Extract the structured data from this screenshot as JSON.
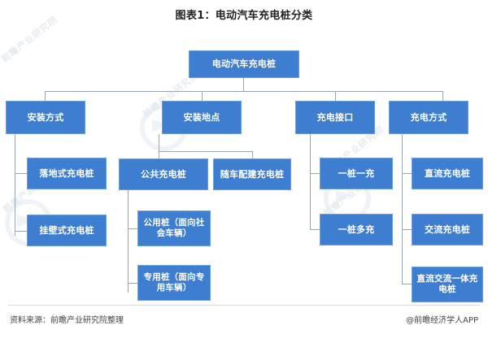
{
  "title": "图表1：电动汽车充电桩分类",
  "footer": {
    "source": "资料来源：前瞻产业研究院整理",
    "app": "@前瞻经济学人APP"
  },
  "colors": {
    "node_fill": "#3d7ed0",
    "node_border": "#6a9fdd",
    "node_text": "#ffffff",
    "connector": "#9aa7b4",
    "background": "#ffffff",
    "watermark": "#c9d3de"
  },
  "watermarks": [
    "前瞻产业研究院",
    "前瞻产业研究院",
    "前瞻产业研究院",
    "前瞻产业研究院",
    "前瞻产业研究院"
  ],
  "chart_data": {
    "type": "diagram",
    "diagram_type": "hierarchical-tree",
    "title": "图表1：电动汽车充电桩分类",
    "root": "电动汽车充电桩",
    "nodes": [
      {
        "id": "root",
        "label": "电动汽车充电桩",
        "level": 0,
        "parent": null
      },
      {
        "id": "n1",
        "label": "安装方式",
        "level": 1,
        "parent": "root"
      },
      {
        "id": "n2",
        "label": "安装地点",
        "level": 1,
        "parent": "root"
      },
      {
        "id": "n3",
        "label": "充电接口",
        "level": 1,
        "parent": "root"
      },
      {
        "id": "n4",
        "label": "充电方式",
        "level": 1,
        "parent": "root"
      },
      {
        "id": "n1a",
        "label": "落地式充电桩",
        "level": 2,
        "parent": "n1"
      },
      {
        "id": "n1b",
        "label": "挂壁式充电桩",
        "level": 2,
        "parent": "n1"
      },
      {
        "id": "n2a",
        "label": "公共充电桩",
        "level": 2,
        "parent": "n2"
      },
      {
        "id": "n2b",
        "label": "随车配建充电桩",
        "level": 2,
        "parent": "n2"
      },
      {
        "id": "n2a1",
        "label": "公用桩（面向社会车辆）",
        "level": 3,
        "parent": "n2a"
      },
      {
        "id": "n2a2",
        "label": "专用桩（面向专用车辆）",
        "level": 3,
        "parent": "n2a"
      },
      {
        "id": "n3a",
        "label": "一桩一充",
        "level": 2,
        "parent": "n3"
      },
      {
        "id": "n3b",
        "label": "一桩多充",
        "level": 2,
        "parent": "n3"
      },
      {
        "id": "n4a",
        "label": "直流充电桩",
        "level": 2,
        "parent": "n4"
      },
      {
        "id": "n4b",
        "label": "交流充电桩",
        "level": 2,
        "parent": "n4"
      },
      {
        "id": "n4c",
        "label": "直流交流一体充电桩",
        "level": 2,
        "parent": "n4"
      }
    ]
  }
}
